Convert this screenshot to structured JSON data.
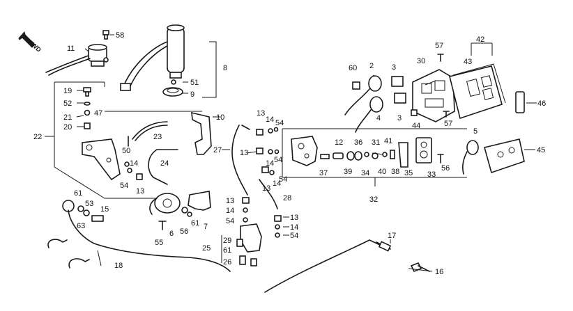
{
  "orientation_label": "FWD",
  "callouts": [
    {
      "id": "c11",
      "text": "11"
    },
    {
      "id": "c58",
      "text": "58"
    },
    {
      "id": "c8",
      "text": "8"
    },
    {
      "id": "c51",
      "text": "51"
    },
    {
      "id": "c9",
      "text": "9"
    },
    {
      "id": "c19",
      "text": "19"
    },
    {
      "id": "c52",
      "text": "52"
    },
    {
      "id": "c21",
      "text": "21"
    },
    {
      "id": "c47",
      "text": "47"
    },
    {
      "id": "c20",
      "text": "20"
    },
    {
      "id": "c22",
      "text": "22"
    },
    {
      "id": "c23",
      "text": "23"
    },
    {
      "id": "c50",
      "text": "50"
    },
    {
      "id": "c24",
      "text": "24"
    },
    {
      "id": "c14a",
      "text": "14"
    },
    {
      "id": "c54a",
      "text": "54"
    },
    {
      "id": "c13a",
      "text": "13"
    },
    {
      "id": "c10",
      "text": "10"
    },
    {
      "id": "c27",
      "text": "27"
    },
    {
      "id": "c13b",
      "text": "13"
    },
    {
      "id": "c14b",
      "text": "14"
    },
    {
      "id": "c54b",
      "text": "54"
    },
    {
      "id": "c13c",
      "text": "13"
    },
    {
      "id": "c14c",
      "text": "14"
    },
    {
      "id": "c54c",
      "text": "54"
    },
    {
      "id": "c13d",
      "text": "13"
    },
    {
      "id": "c14d",
      "text": "14"
    },
    {
      "id": "c54d",
      "text": "54"
    },
    {
      "id": "c28",
      "text": "28"
    },
    {
      "id": "c12",
      "text": "12"
    },
    {
      "id": "c37",
      "text": "37"
    },
    {
      "id": "c36",
      "text": "36"
    },
    {
      "id": "c39",
      "text": "39"
    },
    {
      "id": "c34",
      "text": "34"
    },
    {
      "id": "c31",
      "text": "31"
    },
    {
      "id": "c40",
      "text": "40"
    },
    {
      "id": "c41",
      "text": "41"
    },
    {
      "id": "c38",
      "text": "38"
    },
    {
      "id": "c35",
      "text": "35"
    },
    {
      "id": "c33",
      "text": "33"
    },
    {
      "id": "c32",
      "text": "32"
    },
    {
      "id": "c60",
      "text": "60"
    },
    {
      "id": "c2",
      "text": "2"
    },
    {
      "id": "c3a",
      "text": "3"
    },
    {
      "id": "c4",
      "text": "4"
    },
    {
      "id": "c3b",
      "text": "3"
    },
    {
      "id": "c30",
      "text": "30"
    },
    {
      "id": "c57a",
      "text": "57"
    },
    {
      "id": "c43",
      "text": "43"
    },
    {
      "id": "c42",
      "text": "42"
    },
    {
      "id": "c44",
      "text": "44"
    },
    {
      "id": "c57b",
      "text": "57"
    },
    {
      "id": "c46",
      "text": "46"
    },
    {
      "id": "c5",
      "text": "5"
    },
    {
      "id": "c56a",
      "text": "56"
    },
    {
      "id": "c45",
      "text": "45"
    },
    {
      "id": "c61a",
      "text": "61"
    },
    {
      "id": "c53",
      "text": "53"
    },
    {
      "id": "c15",
      "text": "15"
    },
    {
      "id": "c63",
      "text": "63"
    },
    {
      "id": "c18",
      "text": "18"
    },
    {
      "id": "c6",
      "text": "6"
    },
    {
      "id": "c55",
      "text": "55"
    },
    {
      "id": "c56b",
      "text": "56"
    },
    {
      "id": "c61b",
      "text": "61"
    },
    {
      "id": "c7",
      "text": "7"
    },
    {
      "id": "c13e",
      "text": "13"
    },
    {
      "id": "c14e",
      "text": "14"
    },
    {
      "id": "c54e",
      "text": "54"
    },
    {
      "id": "c25",
      "text": "25"
    },
    {
      "id": "c29",
      "text": "29"
    },
    {
      "id": "c61c",
      "text": "61"
    },
    {
      "id": "c26",
      "text": "26"
    },
    {
      "id": "c13f",
      "text": "13"
    },
    {
      "id": "c14f",
      "text": "14"
    },
    {
      "id": "c54f",
      "text": "54"
    },
    {
      "id": "c17",
      "text": "17"
    },
    {
      "id": "c16",
      "text": "16"
    }
  ]
}
